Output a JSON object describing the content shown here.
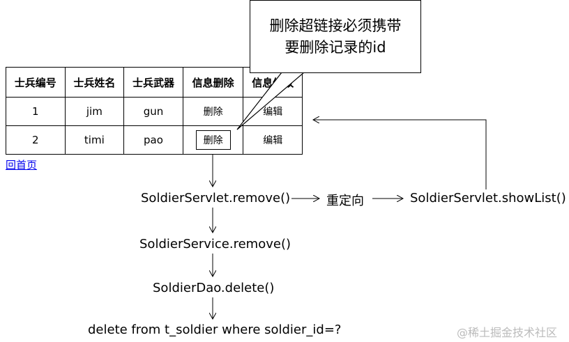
{
  "table": {
    "headers": [
      "士兵编号",
      "士兵姓名",
      "士兵武器",
      "信息删除",
      "信息修改"
    ],
    "rows": [
      {
        "id": "1",
        "name": "jim",
        "weapon": "gun",
        "delete": "删除",
        "edit": "编辑"
      },
      {
        "id": "2",
        "name": "timi",
        "weapon": "pao",
        "delete": "删除",
        "edit": "编辑"
      }
    ]
  },
  "home_link": "回首页",
  "callout": {
    "line1": "删除超链接必须携带",
    "line2": "要删除记录的id"
  },
  "flow": {
    "remove": "SoldierServlet.remove()",
    "redirect": "重定向",
    "show_list": "SoldierServlet.showList()",
    "service": "SoldierService.remove()",
    "dao": "SoldierDao.delete()",
    "sql": "delete from t_soldier where soldier_id=?"
  },
  "watermark": "@稀土掘金技术社区"
}
